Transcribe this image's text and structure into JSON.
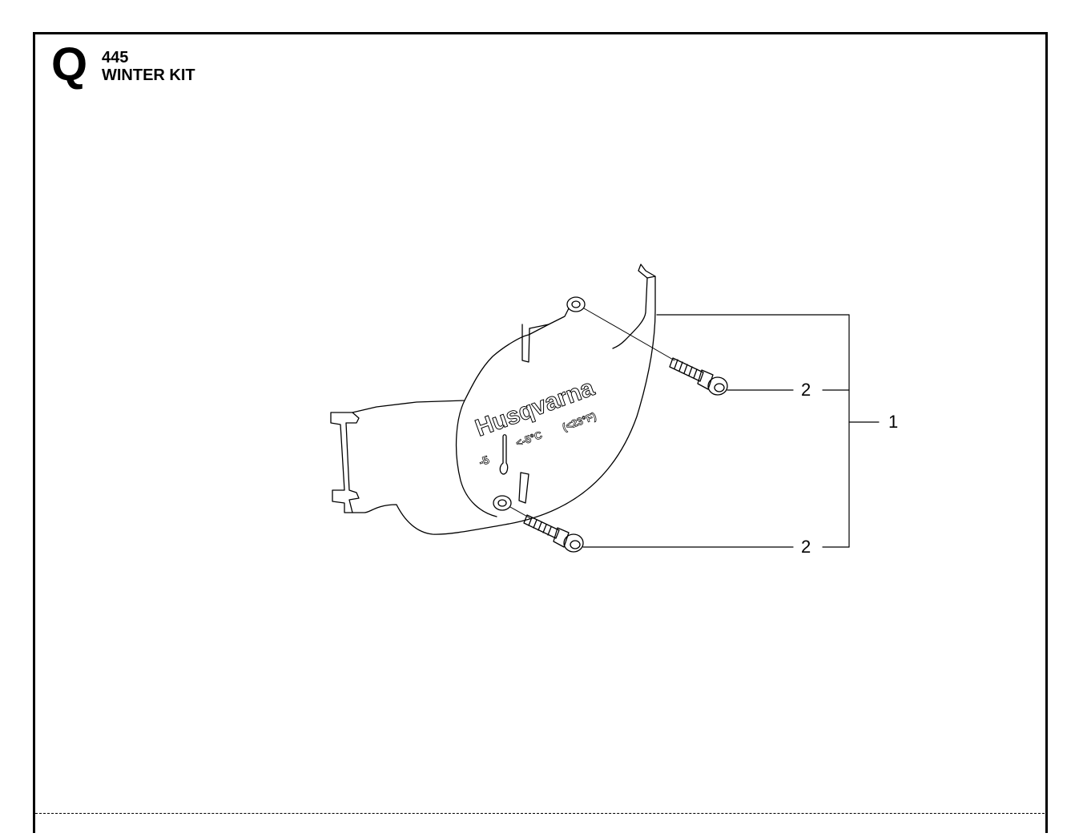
{
  "header": {
    "section_letter": "Q",
    "model": "445",
    "title": "WINTER KIT"
  },
  "part": {
    "brand": "Husqvarna",
    "temperature_threshold": "<-5°C",
    "temperature_threshold_f": "(<23°F)",
    "icon_label": "-5"
  },
  "callouts": [
    {
      "label": "2"
    },
    {
      "label": "2"
    },
    {
      "label": "1"
    }
  ],
  "colors": {
    "ink": "#000000",
    "paper": "#ffffff"
  }
}
